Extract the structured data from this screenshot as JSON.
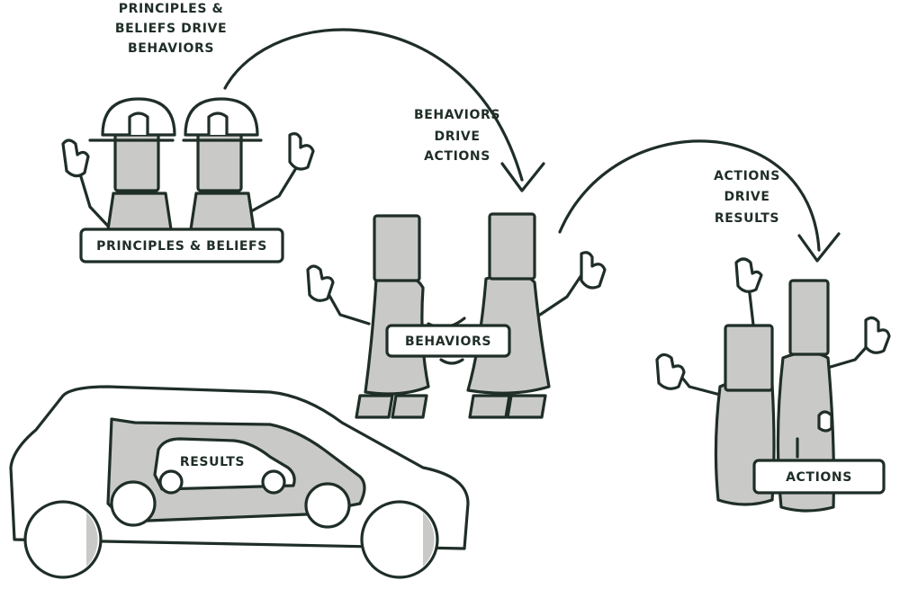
{
  "captions": {
    "principles": [
      "PRINCIPLES &",
      "BELIEFS DRIVE",
      "BEHAVIORS"
    ],
    "behaviors": [
      "BEHAVIORS",
      "DRIVE",
      "ACTIONS"
    ],
    "actions": [
      "ACTIONS",
      "DRIVE",
      "RESULTS"
    ]
  },
  "labels": {
    "principles": "PRINCIPLES & BELIEFS",
    "behaviors": "BEHAVIORS",
    "actions": "ACTIONS",
    "results": "RESULTS"
  },
  "colors": {
    "ink": "#1f2e27",
    "shade": "#c9cac8",
    "background": "#ffffff"
  }
}
